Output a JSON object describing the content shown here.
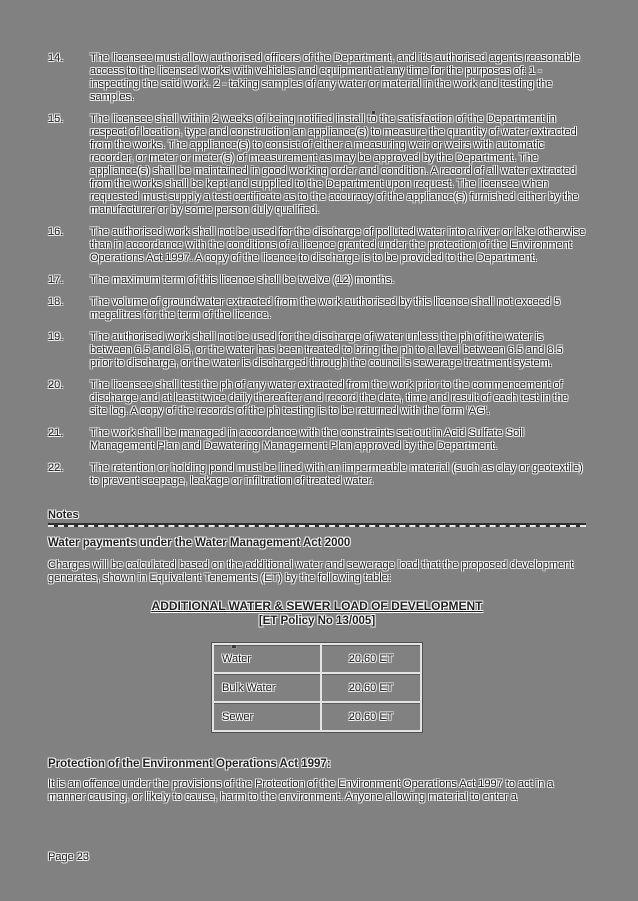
{
  "colors": {
    "page_background": "#818181",
    "text": "#1f1f1f",
    "halo": "#ffffff"
  },
  "conditions": [
    {
      "number": "14.",
      "text": "The licensee must allow authorised officers of the Department, and it's authorised agents reasonable access to the licensed works with vehicles and equipment at any time for the purposes of: 1 - inspecting the said work. 2 - taking samples of any water or material in the work and testing the samples."
    },
    {
      "number": "15.",
      "text": "The licensee shall within 2 weeks of being notified install to the satisfaction of the Department in respect of location, type and construction an appliance(s) to measure the quantity of water extracted from the works. The appliance(s) to consist of either a measuring weir or weirs with automatic recorder, or meter or meter(s) of measurement as may be approved by the Department. The appliance(s) shall be maintained in good working order and condition. A record of all water extracted from the works shall be kept and supplied to the Department upon request. The licensee when requested must supply a test certificate as to the accuracy of the appliance(s) furnished either by the manufacturer or by some person duly qualified."
    },
    {
      "number": "16.",
      "text": "The authorised work shall not be used for the discharge of polluted water into a river or lake otherwise than in accordance with the conditions of a licence granted under the protection of the Environment Operations Act 1997. A copy of the licence to discharge is to be provided to the Department."
    },
    {
      "number": "17.",
      "text": "The maximum term of this licence shall be twelve (12) months."
    },
    {
      "number": "18.",
      "text": "The volume of groundwater extracted from the work authorised by this licence shall not exceed 5 megalitres for the term of the licence."
    },
    {
      "number": "19.",
      "text": "The authorised work shall not be used for the discharge of water unless the ph of the water is between 6.5 and 8.5, or the water has been treated to bring the ph to a level between 6.5 and 8.5 prior to discharge, or the water is discharged through the council's sewerage treatment system."
    },
    {
      "number": "20.",
      "text": "The licensee shall test the ph of any water extracted from the work prior to the commencement of discharge and at least twice daily thereafter and record the date, time and result of each test in the site log. A copy of the records of the ph testing is to be returned with the form 'AG'."
    },
    {
      "number": "21.",
      "text": "The work shall be managed in accordance with the constraints set out in Acid Sulfate Soil Management Plan and Dewatering Management Plan approved by the Department."
    },
    {
      "number": "22.",
      "text": "The retention or holding pond must be lined with an impermeable material (such as clay or geotextile) to prevent seepage, leakage or infiltration of treated water."
    }
  ],
  "notes": {
    "heading": "Notes",
    "water_payments": {
      "heading": "Water payments under the Water Management Act 2000",
      "body": "Charges will be calculated based on the additional water and sewerage load that the proposed development generates, shown in Equivalent Tenements (ET) by the following table:",
      "table_title": "ADDITIONAL WATER & SEWER LOAD OF DEVELOPMENT",
      "table_subtitle": "[ET Policy No 13/005]"
    },
    "et_table": {
      "rows": [
        {
          "label": "Water",
          "value": "20.60 ET"
        },
        {
          "label": "Bulk Water",
          "value": "20.60 ET"
        },
        {
          "label": "Sewer",
          "value": "20.60 ET"
        }
      ]
    },
    "poeo": {
      "heading": "Protection of the Environment Operations Act 1997:",
      "body": "It is an offence under the provisions of the Protection of the Environment Operations Act 1997 to act in a manner causing, or likely to cause, harm to the environment. Anyone allowing material to enter a"
    }
  },
  "footer": {
    "page_label": "Page 23"
  }
}
